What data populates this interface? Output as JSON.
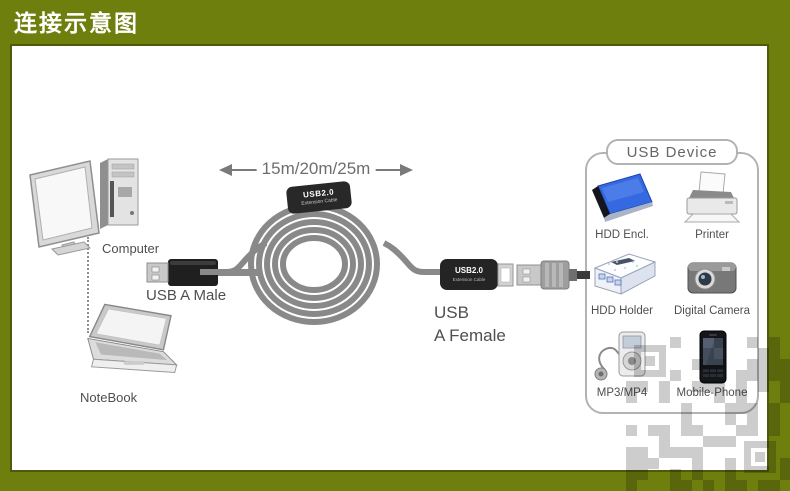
{
  "header": {
    "title": "连接示意图"
  },
  "colors": {
    "background_olive": "#6f7f0d",
    "border_dark_olive": "#4d5b08",
    "cable_gray": "#8a8a8a",
    "connector_black": "#282828",
    "label_gray": "#4f4f4f",
    "panel_border_gray": "#b3b3b3",
    "hdd_enclosure_blue": "#3569e2"
  },
  "hosts": {
    "computer_label": "Computer",
    "notebook_label": "NoteBook"
  },
  "cable": {
    "usb_male_label": "USB A Male",
    "length_label": "15m/20m/25m",
    "repeater_line1": "USB2.0",
    "repeater_line2": "Extension Cable",
    "usb_female_label_line1": "USB",
    "usb_female_label_line2": "A Female"
  },
  "device_panel": {
    "title": "USB Device",
    "devices": [
      {
        "label": "HDD Encl.",
        "icon": "hdd-enclosure-icon"
      },
      {
        "label": "Printer",
        "icon": "printer-icon"
      },
      {
        "label": "HDD Holder",
        "icon": "hdd-holder-icon"
      },
      {
        "label": "Digital Camera",
        "icon": "digital-camera-icon"
      },
      {
        "label": "MP3/MP4",
        "icon": "mp3-player-icon"
      },
      {
        "label": "Mobile-Phone",
        "icon": "mobile-phone-icon"
      }
    ]
  }
}
